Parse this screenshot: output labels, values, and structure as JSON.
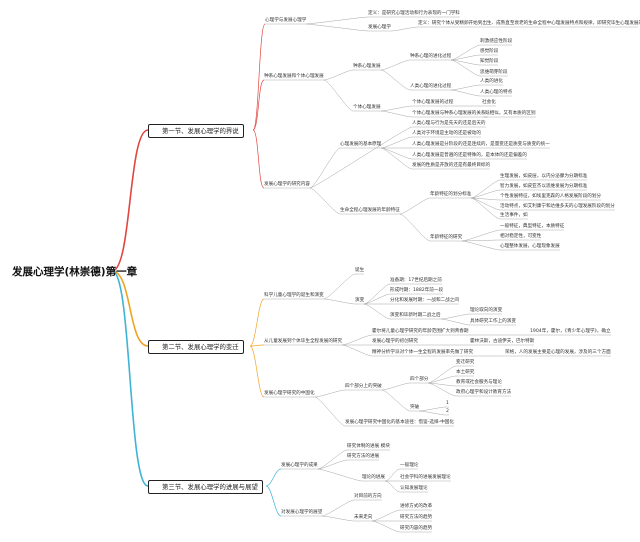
{
  "title": "发展心理学(林崇德)第一章",
  "colors": {
    "s1": "#e0473f",
    "s2": "#f0a323",
    "s3": "#3fb3d6",
    "line": "#9a9a9a"
  },
  "sections": [
    {
      "num": "1",
      "label": "第一节、发展心理学的界说"
    },
    {
      "num": "2",
      "label": "第二节、发展心理学的变迁"
    },
    {
      "num": "3",
      "label": "第三节、发展心理学的进展与展望"
    }
  ],
  "nodes": [
    "心理学与发展心理学",
    "定义：是研究心理活动和行为表现的一门学科",
    "发展心理学",
    "定义：研究个体从受精卵开始到出生、成熟直至衰老的生命全程中心理发展特点和规律，即研究毕生心理发展的特点和规律",
    "种系心理发展和个体心理发展",
    "种系心理发展",
    "种系心理的进化过程",
    "刺激感应性阶段",
    "感觉阶段",
    "知觉阶段",
    "思维萌芽阶段",
    "人类心理的进化过程",
    "人类的进化",
    "人类心理的特点",
    "个体心理发展",
    "个体心理发展的过程",
    "社会化",
    "个体心理发展与种系心理发展的关系",
    "既相似，又有本质的区别",
    "人类心理与行为是先天的还是后天的",
    "心理发展的基本原理",
    "人类对于环境是主动的还是被动的",
    "人类心理发展是分阶段的还是连续的，是量变还是质变与质变的统一",
    "人类心理发展是普遍的还是特殊的，是本体的还是偏差的",
    "发展的性质是开放的还是有最终目标的",
    "发展心理学的研究内容",
    "生命全程心理发展的年龄特征",
    "年龄特征的划分标准",
    "生理发展，如皮层，以内分泌腺为分期标准",
    "智力发展，如皮亚杰以思维发展为分期标准",
    "个性发展特征，如埃里克森的人格发展阶段的划分",
    "活动特点，如艾利康宁和达维多夫的心理发展阶段的划分",
    "生活事件，如",
    "年龄特征的研究",
    "一般特征，典型特征，本质特征",
    "相对稳定性，可变性",
    "心理整体发展，心理现象发展",
    "诞生",
    "准备期：17世纪后期之前",
    "科学儿童心理学的诞生和演变",
    "形成时期：1882年前一段",
    "演变",
    "分化和发展时期：一战和二战之间",
    "演变和毕新时期二战之后",
    "理论取向的演变",
    "具体研究工作上的演变",
    "从儿童发展到个体毕生全程发展的研究",
    "霍尔将儿童心理学研究的年龄范围扩大到青春期",
    "1904年，霍尔，《青少年心理学》，确立",
    "发展心理学的初创研究",
    "霍林沃斯，古迪伊夫，巴尔特斯",
    "精神分析学派对个体一生全程的发展率先做了研究",
    "荣格，人的发展主要是心理的发展，涉及的三个方面",
    "发展心理学研究的中国化",
    "四个部分上的突破",
    "四个部分",
    "变迁研究",
    "本土研究",
    "教育或社会服务与理论",
    "政府心理学和设计教育方法",
    "突破",
    "1",
    "2",
    "发展心理学研究中国化的基本途径：借鉴-选择-中国化",
    "发展心理学的成果",
    "研究体制的进展 模块",
    "研究方法的进展",
    "理论的进展",
    "一般理论",
    "社会学科的进展发展理论",
    "认知发展理论",
    "对发展心理学的展望",
    "对目前的方向",
    "未来走向",
    "进修方式的改革",
    "研究方法的趋势",
    "研究内容的趋势"
  ]
}
